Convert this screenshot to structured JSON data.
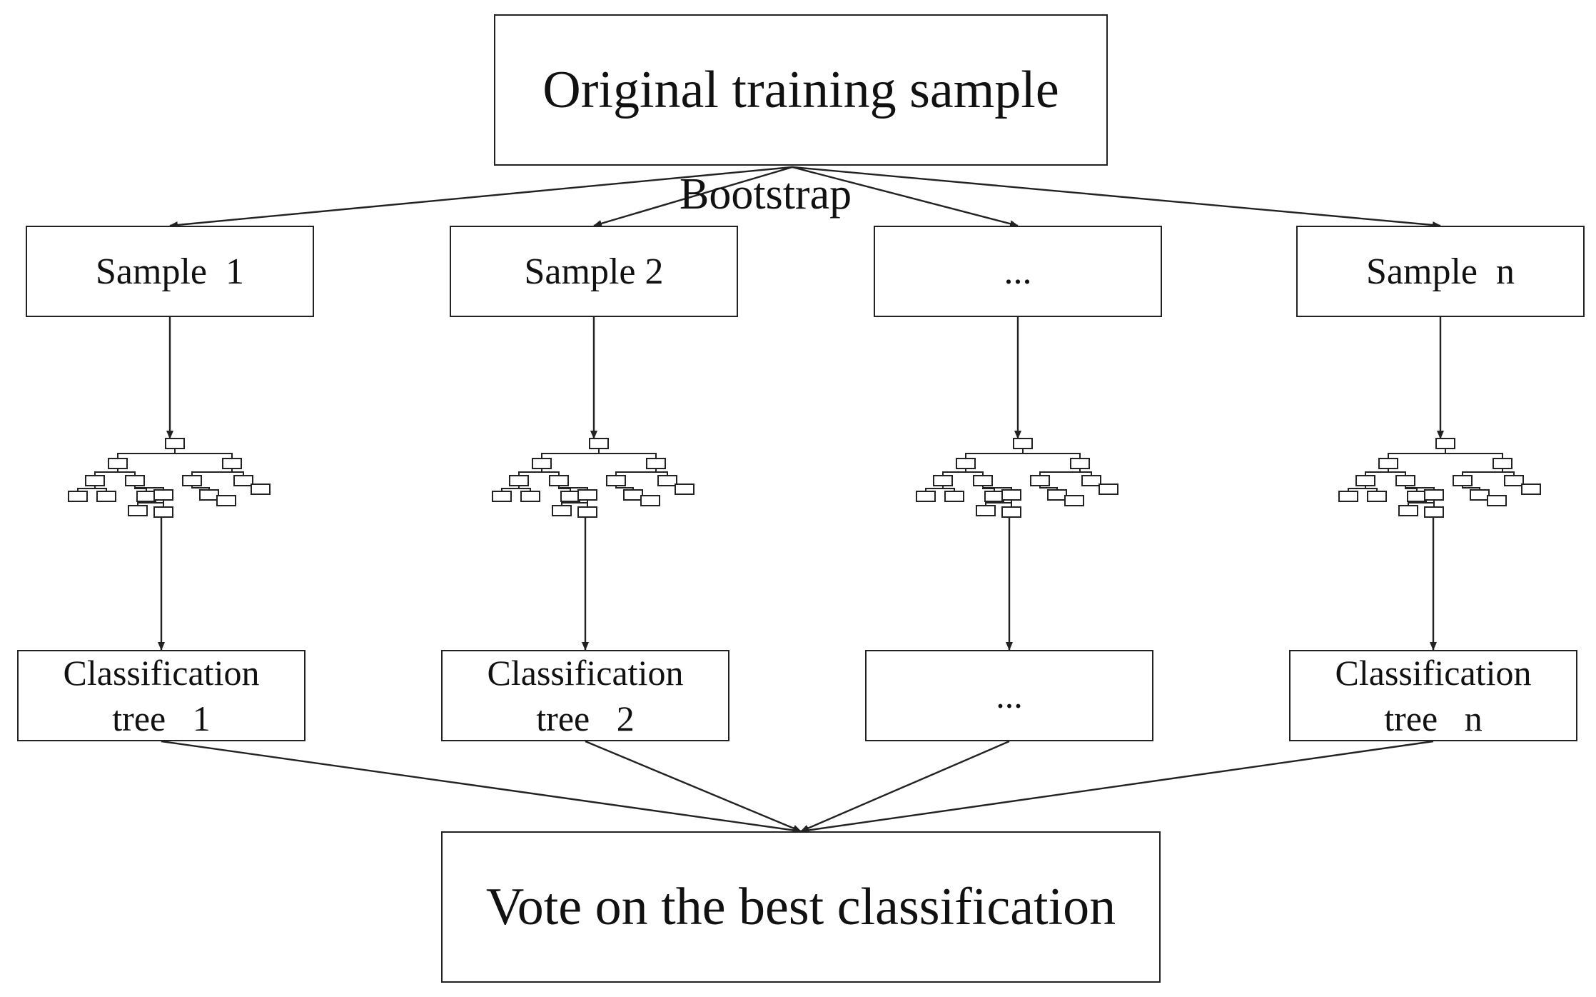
{
  "diagram": {
    "source": {
      "label": "Original training sample"
    },
    "edge_label": "Bootstrap",
    "samples": [
      {
        "label": "Sample  1"
      },
      {
        "label": "Sample 2"
      },
      {
        "label": "..."
      },
      {
        "label": "Sample  n"
      }
    ],
    "classifiers": [
      {
        "line1": "Classification",
        "line2": "tree   1"
      },
      {
        "line1": "Classification",
        "line2": "tree   2"
      },
      {
        "line1": "",
        "line2": "..."
      },
      {
        "line1": "Classification",
        "line2": "tree   n"
      }
    ],
    "result": {
      "label": "Vote on the best classification"
    }
  }
}
